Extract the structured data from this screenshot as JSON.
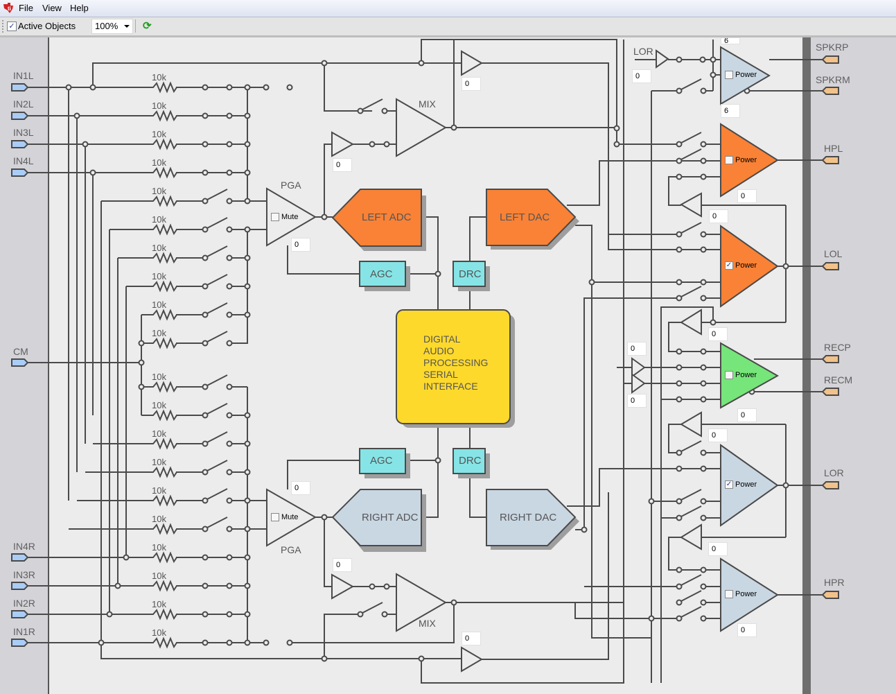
{
  "menubar": {
    "logo_icon": "ti-logo-icon",
    "items": [
      "File",
      "View",
      "Help"
    ]
  },
  "toolbar": {
    "active_objects_label": "Active Objects",
    "active_objects_checked": true,
    "zoom_value": "100%",
    "refresh_icon": "refresh-icon"
  },
  "inputs_left": [
    "IN1L",
    "IN2L",
    "IN3L",
    "IN4L"
  ],
  "cm_label": "CM",
  "inputs_right": [
    "IN4R",
    "IN3R",
    "IN2R",
    "IN1R"
  ],
  "resistor_label": "10k",
  "pga": {
    "label": "PGA",
    "mute_label": "Mute",
    "left_gain": "0",
    "right_gain": "0"
  },
  "blocks": {
    "left_adc": "LEFT ADC",
    "right_adc": "RIGHT ADC",
    "left_dac": "LEFT DAC",
    "right_dac": "RIGHT DAC",
    "agc": "AGC",
    "drc": "DRC",
    "dsp_lines": [
      "DIGITAL",
      "AUDIO",
      "PROCESSING",
      "SERIAL",
      "INTERFACE"
    ]
  },
  "mix": {
    "label": "MIX",
    "top_buffer_gain": "0",
    "top_bypass_gain": "0",
    "bottom_buffer_gain": "0",
    "bottom_bypass_gain": "0"
  },
  "outputs": {
    "lor_feed_label": "LOR",
    "lor_feed_gain": "0",
    "spk_gain_top": "6",
    "spk_gain_bottom": "6",
    "hpl_gain": "0",
    "hpl_feedback_gain": "0",
    "lol_feedback_gain": "0",
    "rec_gain": "0",
    "rec_in_gain_top": "0",
    "rec_in_gain_bottom": "0",
    "rec_feedback_gain": "0",
    "lor_feedback_gain": "0",
    "hpr_gain": "0",
    "power_label": "Power",
    "amps": [
      {
        "name": "SPK",
        "power": false,
        "color": "#c9d7e3"
      },
      {
        "name": "HPL",
        "power": false,
        "color": "#f98236"
      },
      {
        "name": "LOL",
        "power": true,
        "color": "#f98236"
      },
      {
        "name": "REC",
        "power": false,
        "color": "#76e57a"
      },
      {
        "name": "LOR",
        "power": true,
        "color": "#c9d7e3"
      },
      {
        "name": "HPR",
        "power": false,
        "color": "#c9d7e3"
      }
    ],
    "pins": [
      "SPKRP",
      "SPKRM",
      "HPL",
      "LOL",
      "RECP",
      "RECM",
      "LOR",
      "HPR"
    ]
  },
  "colors": {
    "active_block": "#f98236",
    "inactive_block": "#c9d7e3",
    "agc_drc": "#86e4e6",
    "dsp": "#fdd92c",
    "rec_amp": "#76e57a",
    "input_pin": "#a9cdf6",
    "output_pin": "#f2c28a"
  }
}
